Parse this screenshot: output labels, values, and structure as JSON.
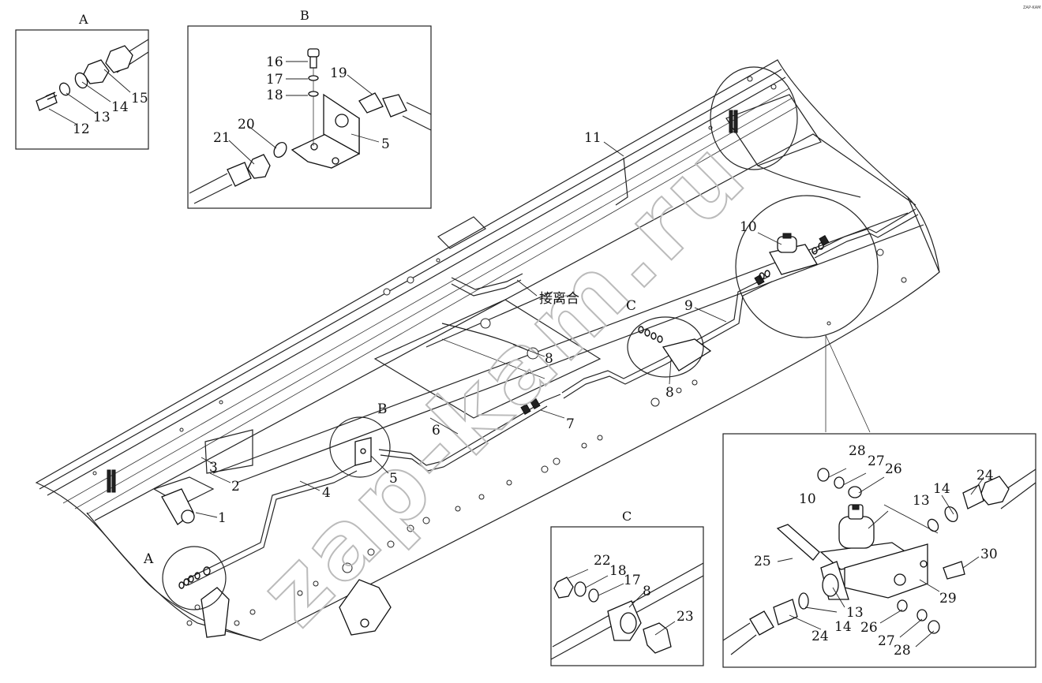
{
  "detail_boxes": {
    "A": {
      "header": "A",
      "parts": [
        "12",
        "13",
        "14",
        "15"
      ]
    },
    "B": {
      "header": "B",
      "parts": [
        "16",
        "17",
        "18",
        "19",
        "20",
        "21",
        "5"
      ]
    },
    "C": {
      "header": "C",
      "parts": [
        "22",
        "18",
        "17",
        "8",
        "23"
      ]
    },
    "D": {
      "parts": [
        "28",
        "27",
        "26",
        "24",
        "10",
        "13",
        "14",
        "25",
        "30",
        "29",
        "13",
        "14",
        "24",
        "26",
        "27",
        "28"
      ]
    }
  },
  "main_view": {
    "callouts": [
      "1",
      "2",
      "3",
      "4",
      "5",
      "6",
      "7",
      "8",
      "8",
      "9",
      "10",
      "11"
    ],
    "circle_labels": {
      "A": "A",
      "B": "B",
      "C": "C"
    },
    "chinese_label": "接离合"
  },
  "watermark": "zap-kam.ru",
  "brand_mark": "ZAP-KAM"
}
